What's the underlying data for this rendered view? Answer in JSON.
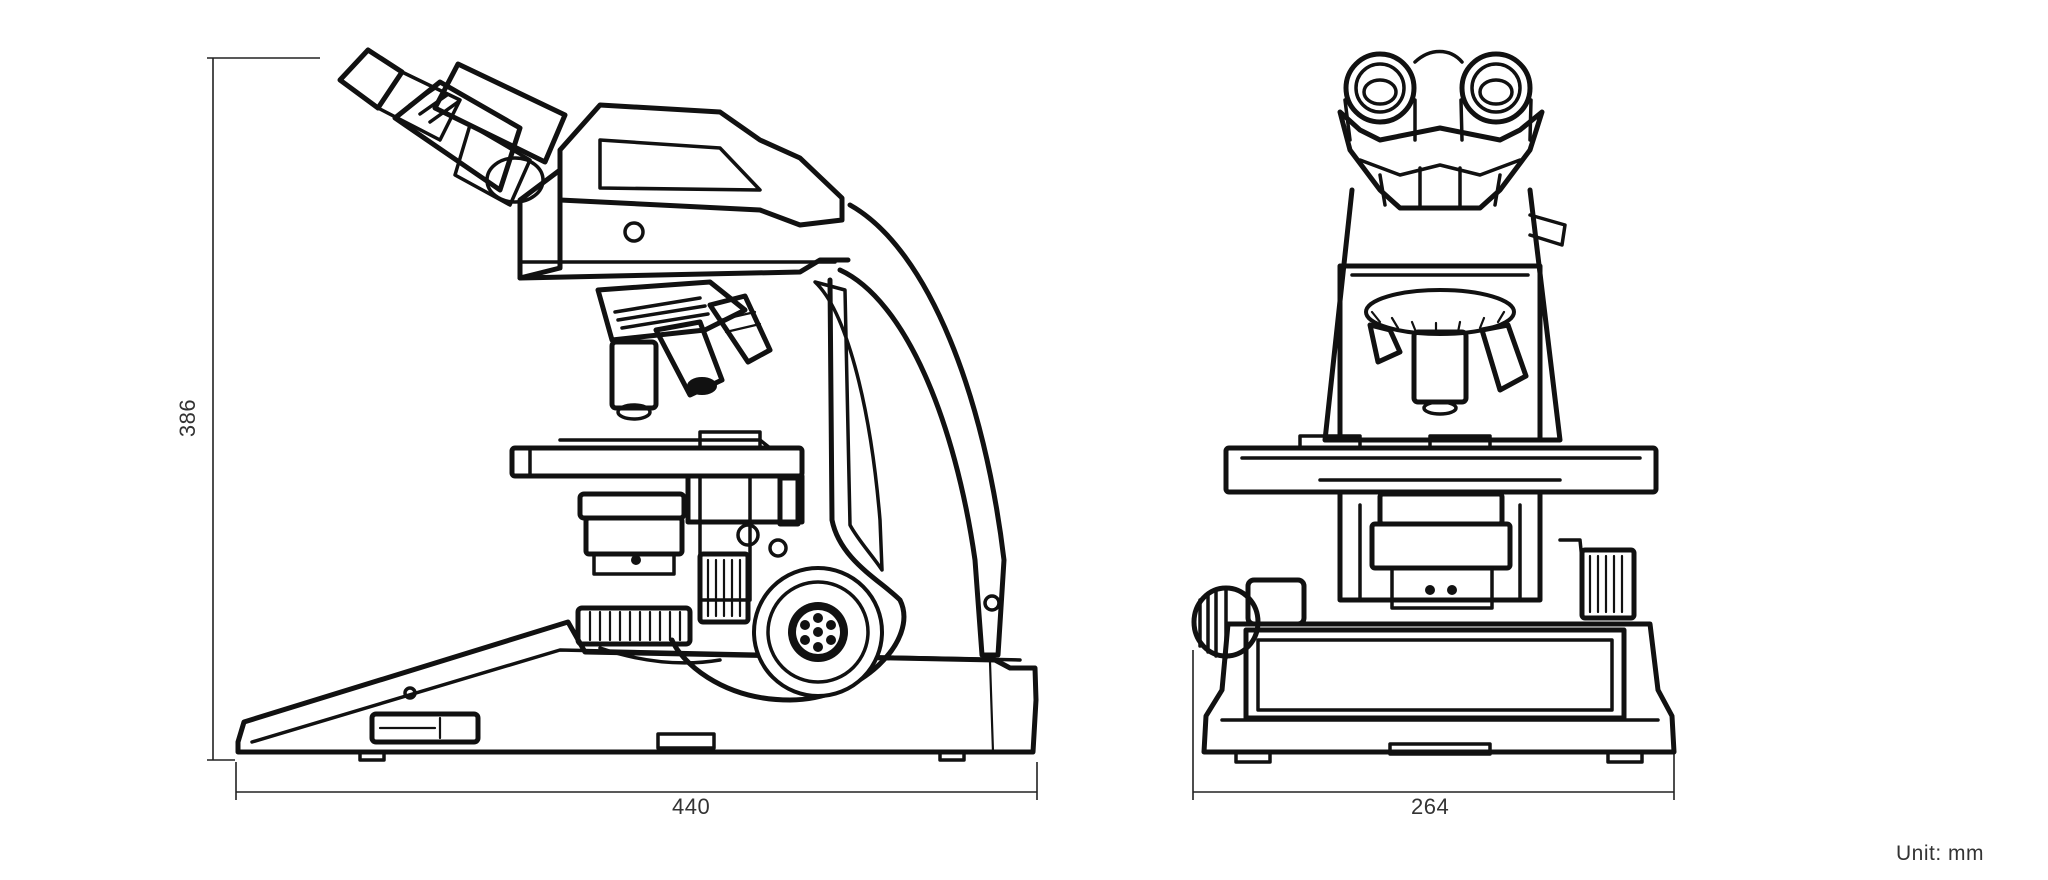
{
  "dimensions": {
    "height": "386",
    "width_side": "440",
    "width_front": "264"
  },
  "unit": "Unit: mm"
}
